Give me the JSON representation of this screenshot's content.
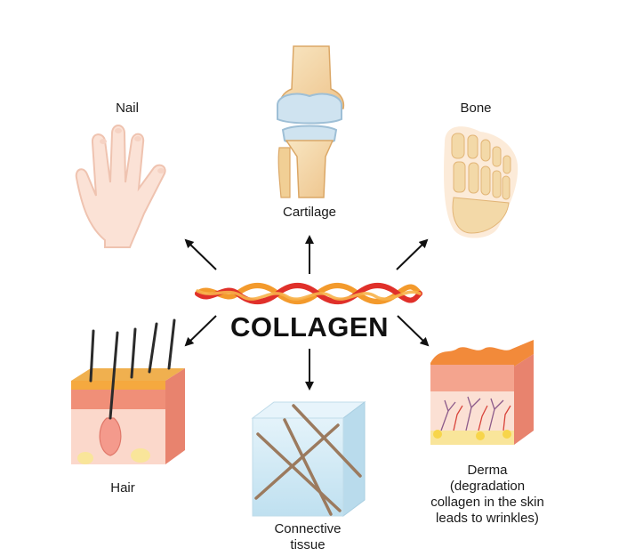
{
  "title": "COLLAGEN",
  "nodes": {
    "nail": "Nail",
    "cartilage": "Cartilage",
    "bone": "Bone",
    "hair": "Hair",
    "connective_line1": "Connective",
    "connective_line2": "tissue",
    "derma_line1": "Derma",
    "derma_line2": "(degradation",
    "derma_line3": "collagen in the skin",
    "derma_line4": "leads to wrinkles)"
  },
  "colors": {
    "strand_orange": "#f39a2c",
    "strand_red": "#e0302a",
    "skin_pink": "#f4b7a5",
    "bone_cream": "#f3d9a8",
    "cartilage_blue": "#cfe3f0",
    "tissue_blue": "#d6ecf6",
    "fiber_brown": "#9b7a5e"
  }
}
